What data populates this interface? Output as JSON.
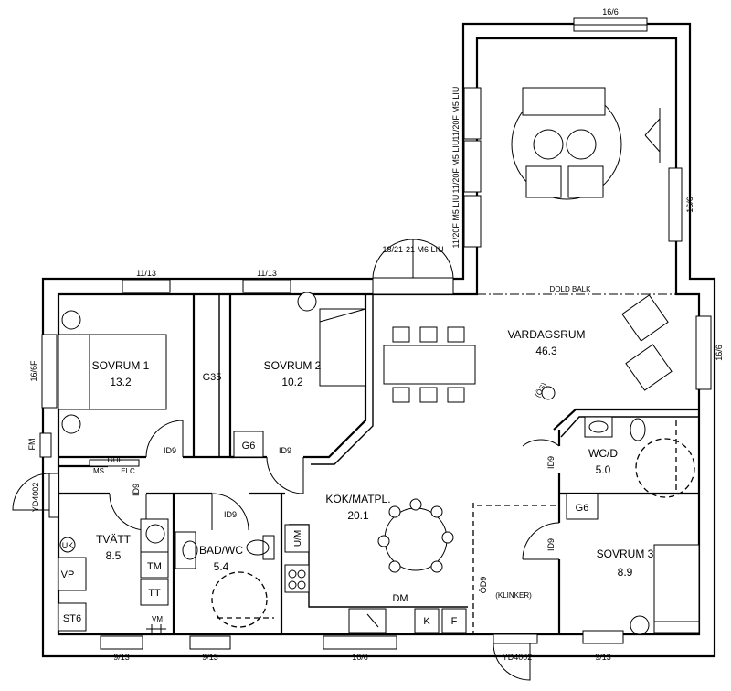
{
  "rooms": {
    "sovrum1": {
      "name": "SOVRUM 1",
      "area": "13.2"
    },
    "sovrum2": {
      "name": "SOVRUM 2",
      "area": "10.2"
    },
    "vardagsrum": {
      "name": "VARDAGSRUM",
      "area": "46.3"
    },
    "kok": {
      "name": "KÖK/MATPL.",
      "area": "20.1"
    },
    "tvatt": {
      "name": "TVÄTT",
      "area": "8.5"
    },
    "badwc": {
      "name": "BAD/WC",
      "area": "5.4"
    },
    "wcd": {
      "name": "WC/D",
      "area": "5.0"
    },
    "sovrum3": {
      "name": "SOVRUM 3",
      "area": "8.9"
    }
  },
  "windows": {
    "top_living": "16/6",
    "living_left_1": "11/20F M5 LIU",
    "living_left_2": "11/20F M5 LIU",
    "living_left_3": "11/20F M5 LIU",
    "living_right": "16/6",
    "patio_door": "18/21-21 M6 LIU",
    "sov1_top": "11/13",
    "sov2_top": "11/13",
    "sov1_left": "16/6F",
    "vard_right": "16/6",
    "bottom_tvatt": "9/13",
    "bottom_bad": "9/13",
    "bottom_kok": "16/6",
    "bottom_sov3": "9/13"
  },
  "doors": {
    "id9_sov1": "ID9",
    "id9_sov2": "ID9",
    "id9_hall": "ID9",
    "id9_bad": "ID9",
    "id9_wcd": "ID9",
    "id9_sov3": "ID9",
    "od9": "ÖD9",
    "yd_left": "YD4002",
    "yd_bottom": "YD4002"
  },
  "fixtures": {
    "g35": "G35",
    "g6_sov2": "G6",
    "g6_sov3": "G6",
    "fm": "FM",
    "guf": "GUF",
    "ms": "MS",
    "elc": "ELC",
    "uk": "UK",
    "vp": "VP",
    "st6": "ST6",
    "tm": "TM",
    "tt": "TT",
    "vm": "VM",
    "um": "U/M",
    "dm": "DM",
    "k": "K",
    "f": "F",
    "os": "(ÖS)",
    "dold_balk": "DOLD BALK",
    "klinker": "(KLINKER)"
  }
}
